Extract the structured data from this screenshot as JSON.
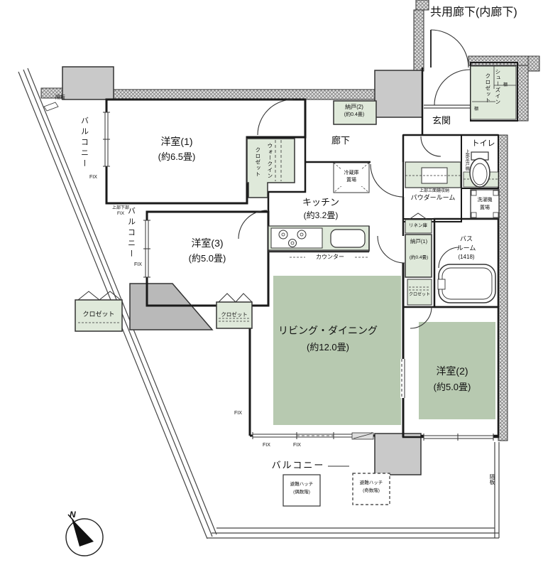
{
  "colors": {
    "room_green": "#b7c9b0",
    "fixture_green": "#dfe9da",
    "pillar_gray": "#c9c9c9",
    "pillar_dark": "#b9b9b9",
    "wall": "#1a1a1a"
  },
  "labels": {
    "common_corridor": "共用廊下(内廊下)",
    "entrance": "玄関",
    "shoes_closet_1": "シューズイン",
    "shoes_closet_2": "クロゼット",
    "shelf": "棚",
    "toilet": "トイレ",
    "upper_cabinet": "上部吊戸棚",
    "hallway": "廊下",
    "storage2_name": "納戸(2)",
    "storage2_size": "(約0.4畳)",
    "fridge_1": "冷蔵庫",
    "fridge_2": "置場",
    "kitchen_name": "キッチン",
    "kitchen_size": "(約3.2畳)",
    "counter": "カウンター",
    "powder_room": "パウダールーム",
    "mirror_cabinet": "上部三面鏡収納",
    "washer_1": "洗濯機",
    "washer_2": "置場",
    "linen": "リネン庫",
    "storage1_name": "納戸(1)",
    "storage1_size": "(約0.4畳)",
    "closet": "クロゼット",
    "bath_1": "バス",
    "bath_2": "ルーム",
    "bath_3": "(1418)",
    "western1_name": "洋室(1)",
    "western1_size": "(約6.5畳)",
    "wic_1": "ウォークイン",
    "wic_2": "クロゼット",
    "western3_name": "洋室(3)",
    "western3_size": "(約5.0畳)",
    "living_name": "リビング・ダイニング",
    "living_size": "(約12.0畳)",
    "western2_name": "洋室(2)",
    "western2_size": "(約5.0畳)",
    "balcony": "バルコニー",
    "hatch_even_1": "避難ハッチ",
    "hatch_even_2": "(偶数階)",
    "hatch_odd_1": "避難ハッチ",
    "hatch_odd_2": "(奇数階)",
    "partition": "隔板",
    "fix": "FIX",
    "upper_lower": "上部下部",
    "north": "N"
  }
}
